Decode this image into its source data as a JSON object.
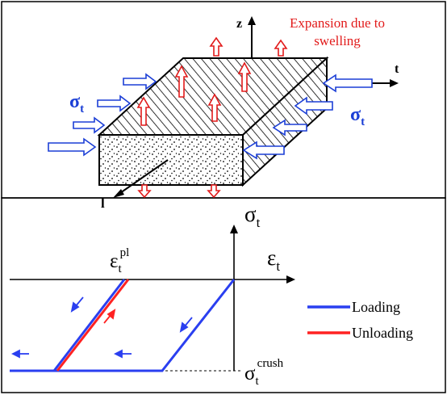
{
  "colors": {
    "blue": "#1c3fd6",
    "red": "#e21b1b",
    "loading_line": "#2a3ff0",
    "unloading_line": "#ff2222",
    "black": "#000000"
  },
  "top": {
    "axis_z": "z",
    "axis_t": "t",
    "axis_l": "l",
    "expansion_line1": "Expansion due to",
    "expansion_line2": "swelling",
    "sigma_left_base": "σ",
    "sigma_left_sub": "t",
    "sigma_right_base": "σ",
    "sigma_right_sub": "t"
  },
  "bottom": {
    "y_axis_base": "σ",
    "y_axis_sub": "t",
    "x_axis_base": "ε",
    "x_axis_sub": "t",
    "eps_pl_base": "ε",
    "eps_pl_sub": "t",
    "eps_pl_sup": "pl",
    "crush_base": "σ",
    "crush_sub": "t",
    "crush_sup": "crush",
    "legend": {
      "loading": "Loading",
      "unloading": "Unloading"
    }
  }
}
